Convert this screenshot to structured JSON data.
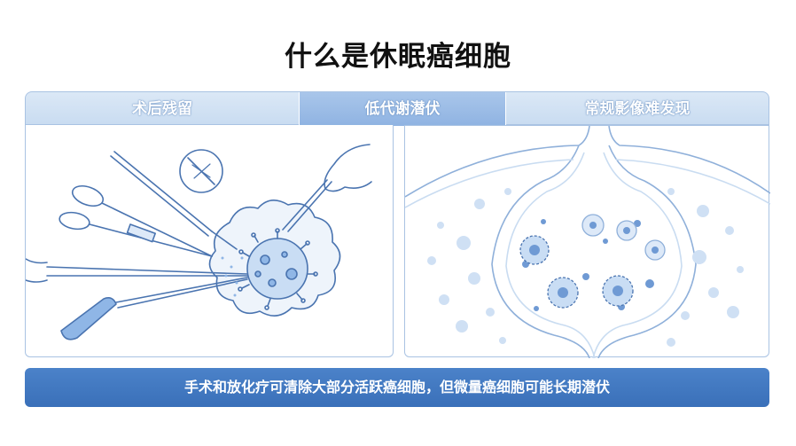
{
  "title": "什么是休眠癌细胞",
  "headers": [
    "术后残留",
    "低代谢潜伏",
    "常规影像难发现"
  ],
  "banner": "手术和放化疗可清除大部分活跃癌细胞，但微量癌细胞可能长期潜伏",
  "colors": {
    "accent": "#3a70b9",
    "line": "#4a74b0",
    "cell_fill": "#dde9f8",
    "dot": "#8fb6e6"
  },
  "icons": [
    "no-entry-icon",
    "scissors-icon",
    "scalpel-icon",
    "syringe-icon",
    "needle-icon",
    "hand-icon",
    "cancer-cell-icon",
    "dormant-cell-icon"
  ]
}
